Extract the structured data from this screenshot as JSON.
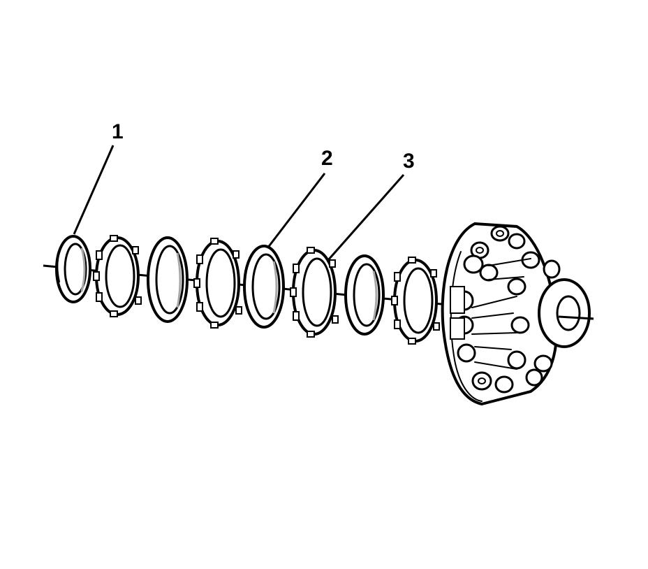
{
  "diagram": {
    "callouts": [
      {
        "id": 1,
        "label": "1"
      },
      {
        "id": 2,
        "label": "2"
      },
      {
        "id": 3,
        "label": "3"
      }
    ],
    "components": [
      {
        "name": "steel-plate-1"
      },
      {
        "name": "fiber-plate-1"
      },
      {
        "name": "steel-plate-2"
      },
      {
        "name": "fiber-plate-2"
      },
      {
        "name": "steel-plate-3"
      },
      {
        "name": "fiber-plate-3"
      },
      {
        "name": "steel-plate-4"
      },
      {
        "name": "fiber-plate-4"
      },
      {
        "name": "clutch-hub"
      }
    ],
    "colors": {
      "line": "#000000",
      "background": "#ffffff",
      "shade": "#a8a8a8"
    }
  }
}
